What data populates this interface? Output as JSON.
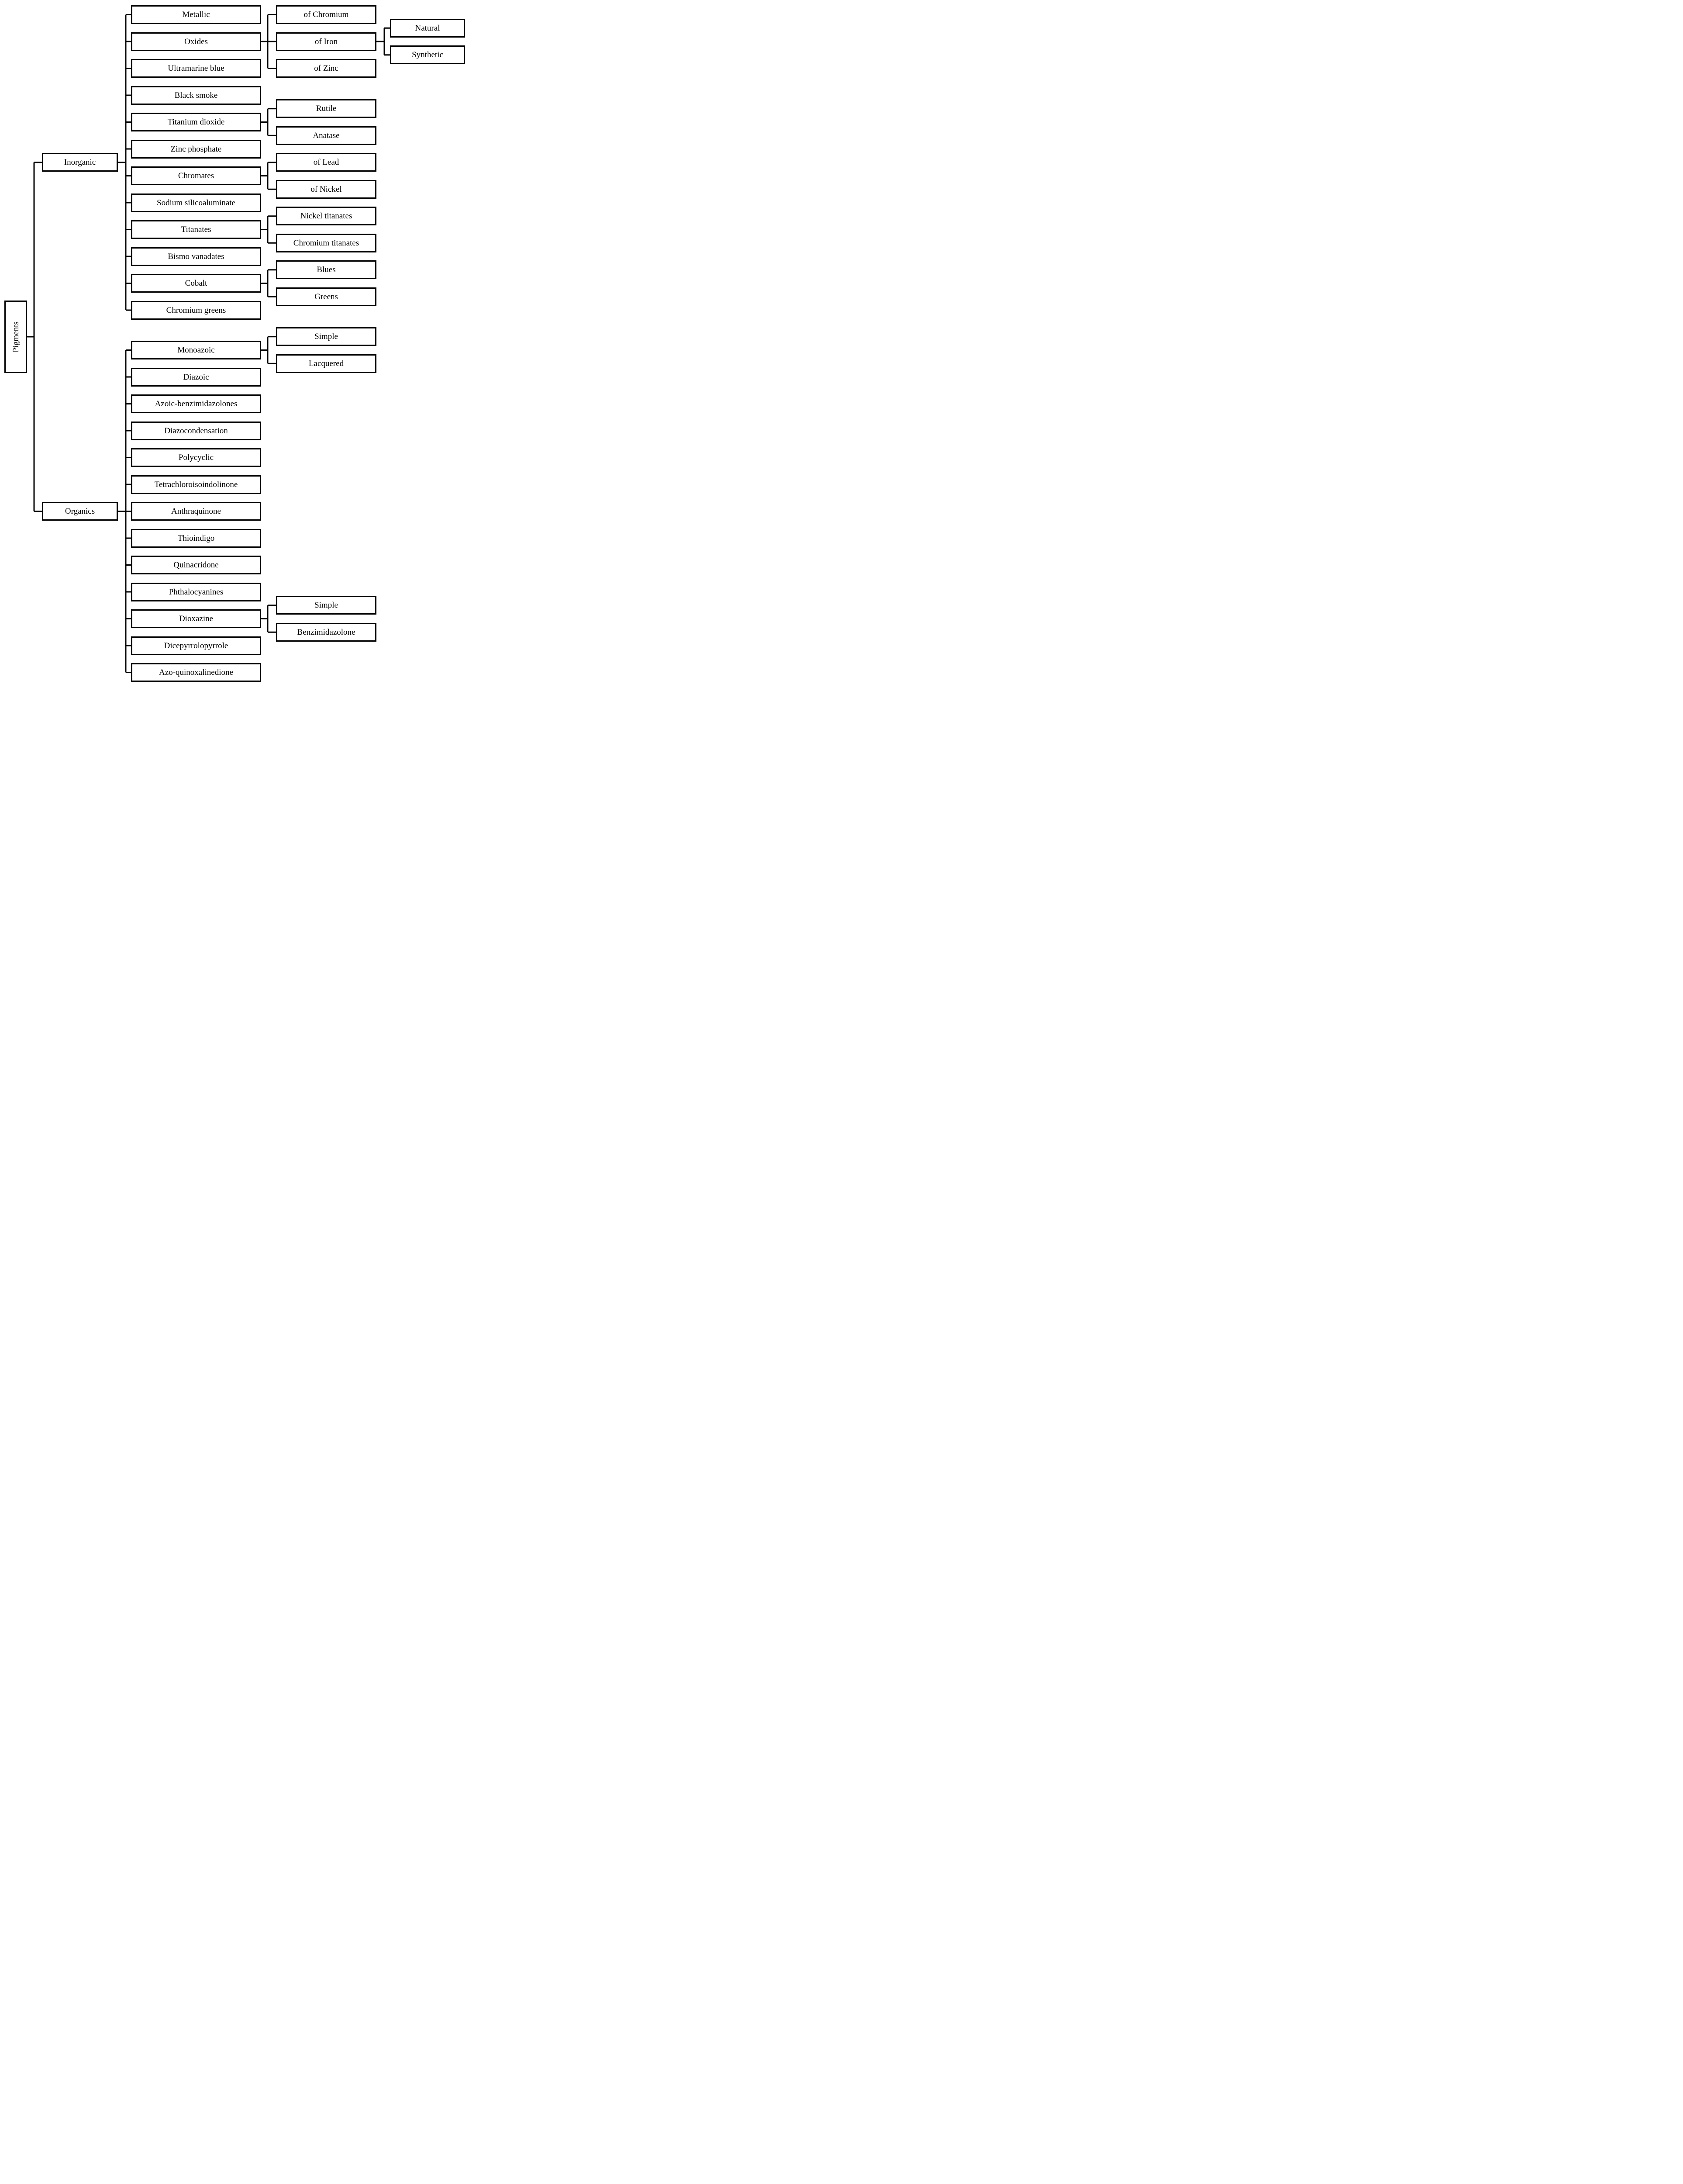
{
  "colors": {
    "line": "#000000",
    "box_border": "#000000",
    "box_fill": "#ffffff",
    "background": "#ffffff"
  },
  "tree": {
    "label": "Pigments",
    "children": [
      {
        "label": "Inorganic",
        "children": [
          {
            "label": "Metallic"
          },
          {
            "label": "Oxides",
            "children": [
              {
                "label": "of Chromium"
              },
              {
                "label": "of Iron",
                "children": [
                  {
                    "label": "Natural"
                  },
                  {
                    "label": "Synthetic"
                  }
                ]
              },
              {
                "label": "of Zinc"
              }
            ]
          },
          {
            "label": "Ultramarine blue"
          },
          {
            "label": "Black smoke"
          },
          {
            "label": "Titanium dioxide",
            "children": [
              {
                "label": "Rutile"
              },
              {
                "label": "Anatase"
              }
            ]
          },
          {
            "label": "Zinc phosphate"
          },
          {
            "label": "Chromates",
            "children": [
              {
                "label": "of Lead"
              },
              {
                "label": "of Nickel"
              }
            ]
          },
          {
            "label": "Sodium silicoaluminate"
          },
          {
            "label": "Titanates",
            "children": [
              {
                "label": "Nickel titanates"
              },
              {
                "label": "Chromium titanates"
              }
            ]
          },
          {
            "label": "Bismo vanadates"
          },
          {
            "label": "Cobalt",
            "children": [
              {
                "label": "Blues"
              },
              {
                "label": "Greens"
              }
            ]
          },
          {
            "label": "Chromium greens"
          }
        ]
      },
      {
        "label": "Organics",
        "children": [
          {
            "label": "Monoazoic",
            "children": [
              {
                "label": "Simple"
              },
              {
                "label": "Lacquered"
              }
            ]
          },
          {
            "label": "Diazoic"
          },
          {
            "label": "Azoic-benzimidazolones"
          },
          {
            "label": "Diazocondensation"
          },
          {
            "label": "Polycyclic"
          },
          {
            "label": "Tetrachloroisoindolinone"
          },
          {
            "label": "Anthraquinone"
          },
          {
            "label": "Thioindigo"
          },
          {
            "label": "Quinacridone"
          },
          {
            "label": "Phthalocyanines"
          },
          {
            "label": "Dioxazine",
            "children": [
              {
                "label": "Simple"
              },
              {
                "label": "Benzimidazolone"
              }
            ]
          },
          {
            "label": "Dicepyrrolopyrrole"
          },
          {
            "label": "Azo-quinoxalinedione"
          }
        ]
      }
    ]
  }
}
